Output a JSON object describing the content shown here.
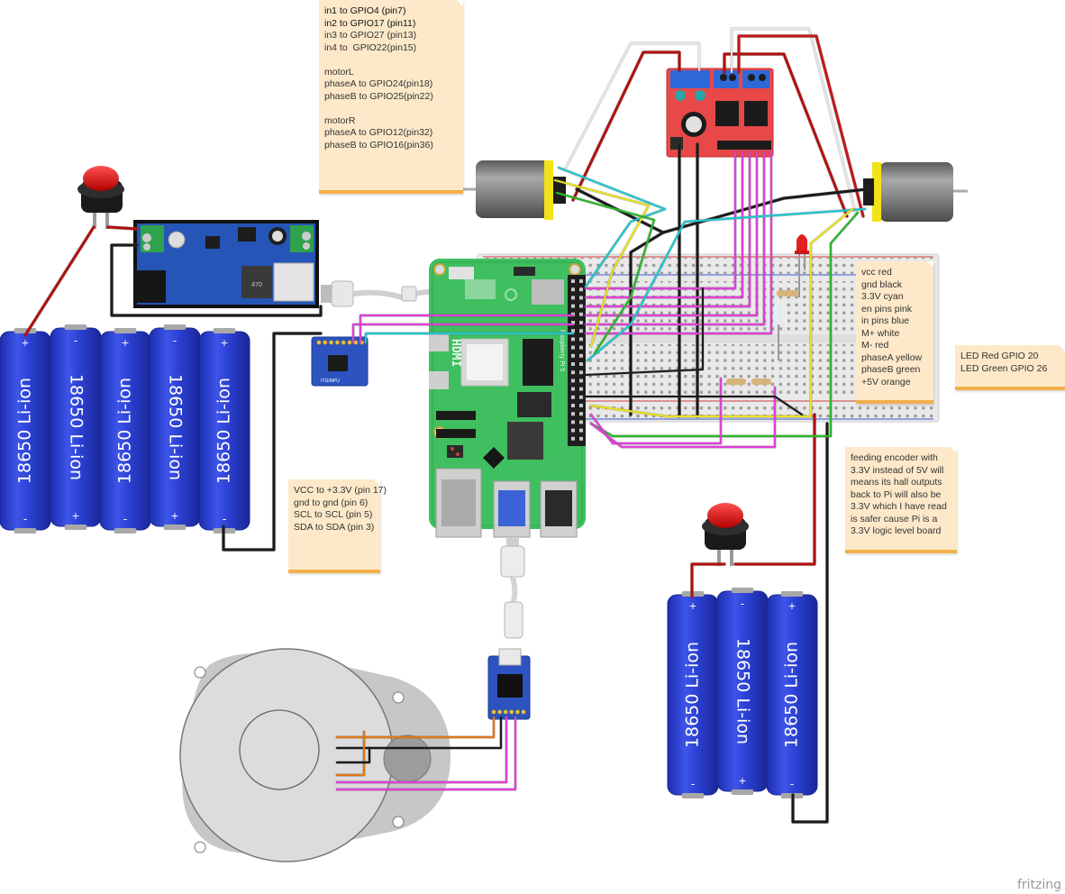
{
  "notes": {
    "gpio": {
      "lines": [
        "in1 to GPIO4 (pin7)",
        "in2 to GPIO17 (pin11)",
        "in3 to GPIO27 (pin13)",
        "in4 to  GPIO22(pin15)",
        "",
        "motorL",
        "phaseA to GPIO24(pin18)",
        "phaseB to GPIO25(pin22)",
        "",
        "motorR",
        "phaseA to GPIO12(pin32)",
        "phaseB to GPIO16(pin36)"
      ]
    },
    "wires": {
      "lines": [
        "vcc red",
        "gnd black",
        "3.3V cyan",
        "en pins pink",
        "in pins blue",
        "M+ white",
        "M- red",
        "phaseA yellow",
        "phaseB green",
        "+5V orange"
      ]
    },
    "leds": {
      "lines": [
        "LED Red GPIO 20",
        "LED Green GPIO 26"
      ]
    },
    "imu": {
      "lines": [
        "VCC to +3.3V (pin 17)",
        "gnd to gnd (pin 6)",
        "SCL to SCL (pin 5)",
        "SDA to SDA (pin 3)"
      ]
    },
    "encoder": {
      "lines": [
        "feeding encoder with 3.3V instead of 5V will means its hall outputs back to Pi will also be 3.3V which I have read is safer cause Pi is a 3.3V logic level board"
      ]
    }
  },
  "labels": {
    "battery": "18650 Li-ion",
    "battery_plus": "+",
    "battery_minus": "-",
    "hdmi": "HDMI",
    "rpi_name": "Raspberry Pi 5",
    "imu_name": "ITG/MPU",
    "buck_part": "470",
    "fritzing": "fritzing"
  },
  "colors": {
    "vcc": "#b01010",
    "gnd": "#1a1a1a",
    "v33": "#22c6cf",
    "en": "#e040d8",
    "in": "#3860d8",
    "mplus": "#e8e8e8",
    "mminus": "#c01818",
    "phaseA": "#e8e020",
    "phaseB": "#28b828",
    "v5": "#e07818",
    "battery": "#2a3fd0",
    "rpi_board": "#3fbf5f",
    "motor_driver": "#e84848",
    "note_bg": "#fde9c9"
  }
}
